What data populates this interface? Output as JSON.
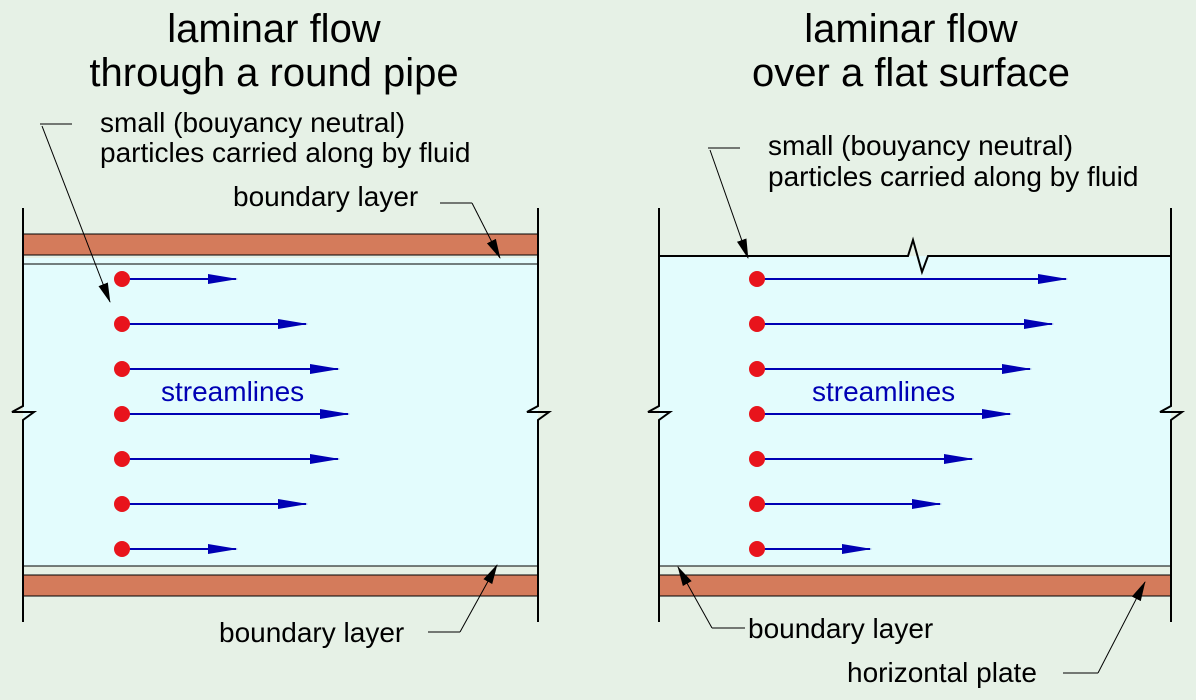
{
  "colors": {
    "background": "#e6f1e6",
    "fluid": "#e3fcfd",
    "wall": "#d47b5b",
    "particle": "#e8141c",
    "streamline": "#0000b4",
    "line": "#000000"
  },
  "left_panel": {
    "title_line1": "laminar flow",
    "title_line2": "through a round pipe",
    "particles_line1": "small (bouyancy neutral)",
    "particles_line2": "particles carried along by fluid",
    "boundary_top": "boundary layer",
    "boundary_bottom": "boundary layer",
    "streamlines": "streamlines"
  },
  "right_panel": {
    "title_line1": "laminar flow",
    "title_line2": "over a flat surface",
    "particles_line1": "small (bouyancy neutral)",
    "particles_line2": "particles carried along by fluid",
    "boundary_bottom": "boundary layer",
    "plate": "horizontal plate",
    "streamlines": "streamlines"
  }
}
